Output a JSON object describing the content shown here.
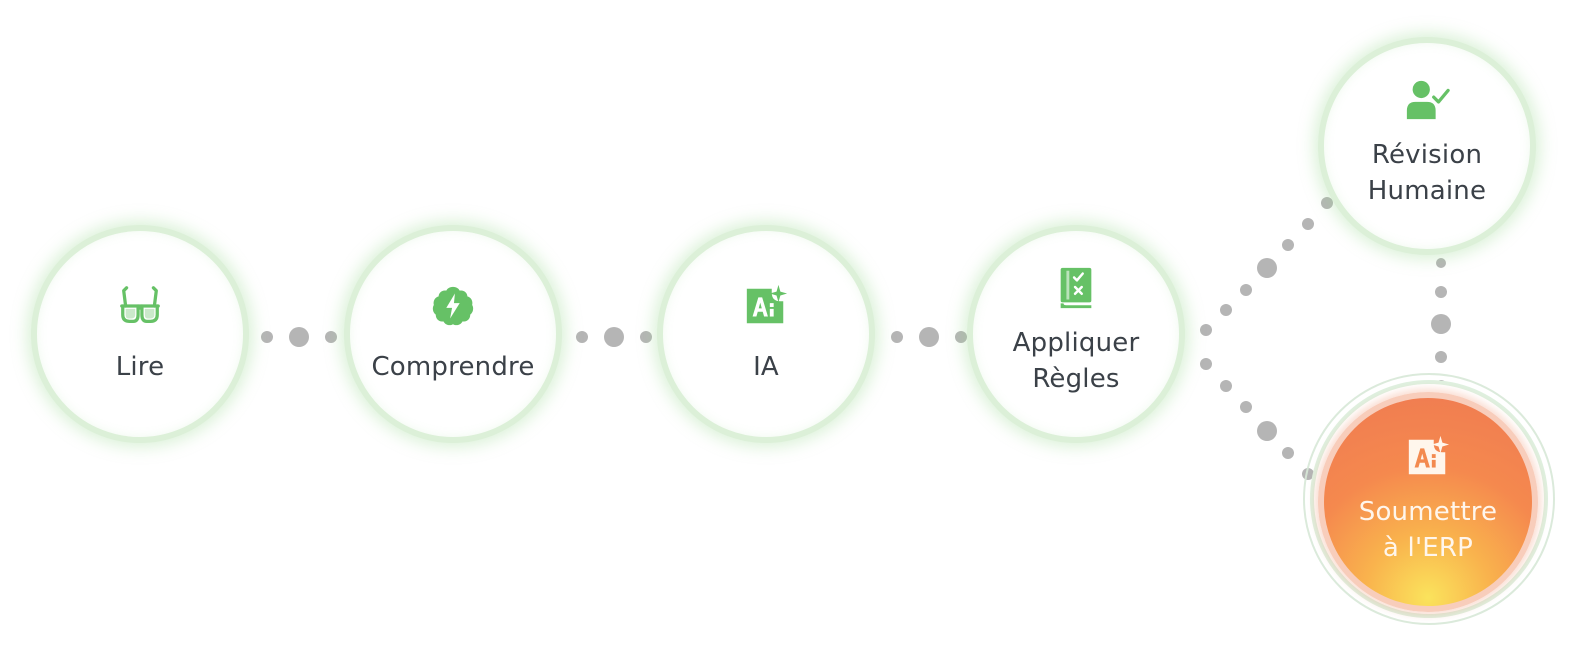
{
  "diagram": {
    "nodes": [
      {
        "id": "lire",
        "icon": "glasses-icon",
        "label_lines": [
          "Lire"
        ]
      },
      {
        "id": "comprendre",
        "icon": "brain-bolt-icon",
        "label_lines": [
          "Comprendre"
        ]
      },
      {
        "id": "ia",
        "icon": "ai-sparkle-icon",
        "label_lines": [
          "IA"
        ]
      },
      {
        "id": "regles",
        "icon": "rulebook-icon",
        "label_lines": [
          "Appliquer",
          "Règles"
        ]
      },
      {
        "id": "revision",
        "icon": "person-check-icon",
        "label_lines": [
          "Révision",
          "Humaine"
        ]
      },
      {
        "id": "erp",
        "icon": "ai-sparkle-icon",
        "label_lines": [
          "Soumettre",
          "à l'ERP"
        ]
      }
    ],
    "connections": [
      {
        "from": "lire",
        "to": "comprendre"
      },
      {
        "from": "comprendre",
        "to": "ia"
      },
      {
        "from": "ia",
        "to": "regles"
      },
      {
        "from": "regles",
        "to": "revision"
      },
      {
        "from": "regles",
        "to": "erp"
      },
      {
        "from": "revision",
        "to": "erp"
      }
    ]
  },
  "colors": {
    "node_ring": "#dcf0d8",
    "icon_green": "#66c166",
    "label_text": "#3b4148",
    "connector_dot": "#b5b5b5",
    "erp_fill_top": "#ef7a52",
    "erp_fill_bottom": "#fae35c",
    "erp_text": "#fff6ec"
  }
}
